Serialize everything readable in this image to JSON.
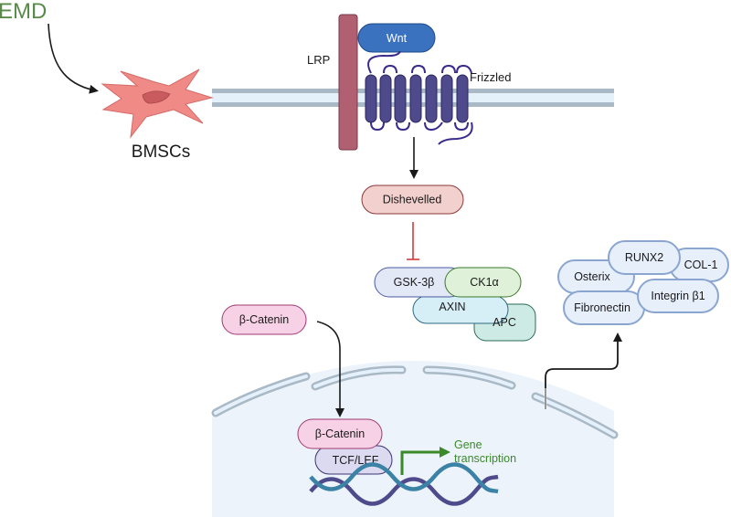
{
  "title_label": "EMD",
  "cell_label": "BMSCs",
  "receptors": {
    "lrp_label": "LRP",
    "wnt_label": "Wnt",
    "frizzled_label": "Frizzled"
  },
  "cytoplasm": {
    "dishevelled_label": "Dishevelled",
    "destruction_complex": [
      "GSK-3β",
      "CK1α",
      "AXIN",
      "APC"
    ],
    "beta_catenin_label": "β-Catenin"
  },
  "nucleus": {
    "beta_catenin_label": "β-Catenin",
    "tcf_lef_label": "TCF/LEF",
    "gene_transcription_label_line1": "Gene",
    "gene_transcription_label_line2": "transcription"
  },
  "targets": [
    "RUNX2",
    "Osterix",
    "COL-1",
    "Fibronectin",
    "Integrin β1"
  ],
  "colors": {
    "emd_green": "#5a8a4a",
    "cell_fill": "#ef8a86",
    "lrp": "#b06070",
    "wnt": "#3a72c0",
    "frizzled": "#4f4a8c",
    "dishevelled_fill": "#f2d0ce",
    "inhibition_red": "#d03a3a",
    "transcription_green": "#3a8a2a",
    "nucleus_bg": "#edf3fb",
    "membrane_gray": "#a9b9c6"
  }
}
